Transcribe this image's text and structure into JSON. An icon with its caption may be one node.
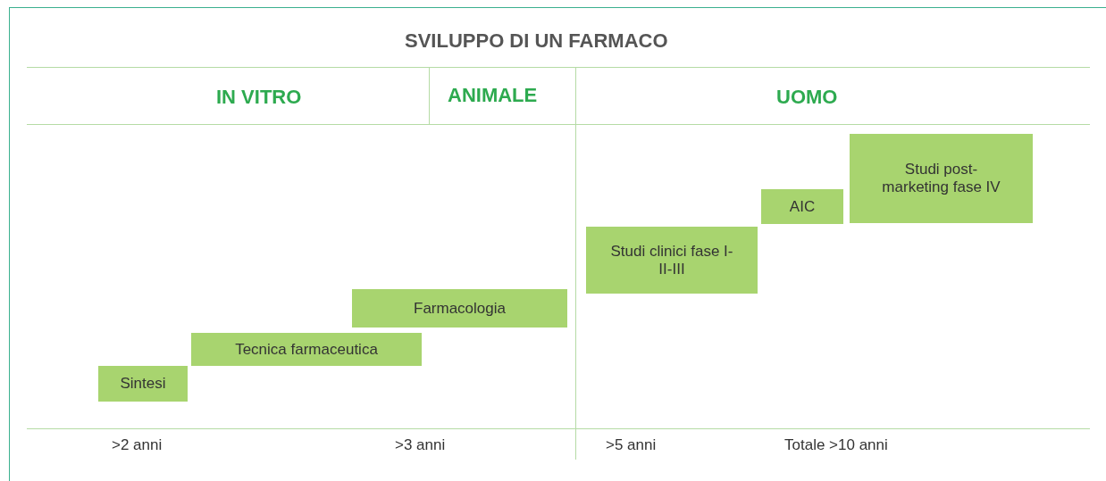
{
  "diagram": {
    "title": "SVILUPPO DI UN FARMACO",
    "nodes": [
      {
        "text": [
          "Sintesi"
        ]
      },
      {
        "text": [
          "Tecnica farmaceutica"
        ]
      },
      {
        "text": [
          "Farmacologia"
        ]
      },
      {
        "text": [
          "Studi clinici fase I-II-III"
        ]
      },
      {
        "text": [
          "AIC"
        ]
      },
      {
        "text": [
          "Studi post-marketing fase IV"
        ]
      }
    ],
    "labels": [
      "IN VITRO",
      "ANIMALE",
      "UOMO",
      ">2 anni",
      ">3 anni",
      ">5 anni",
      "Totale >10 anni"
    ]
  }
}
